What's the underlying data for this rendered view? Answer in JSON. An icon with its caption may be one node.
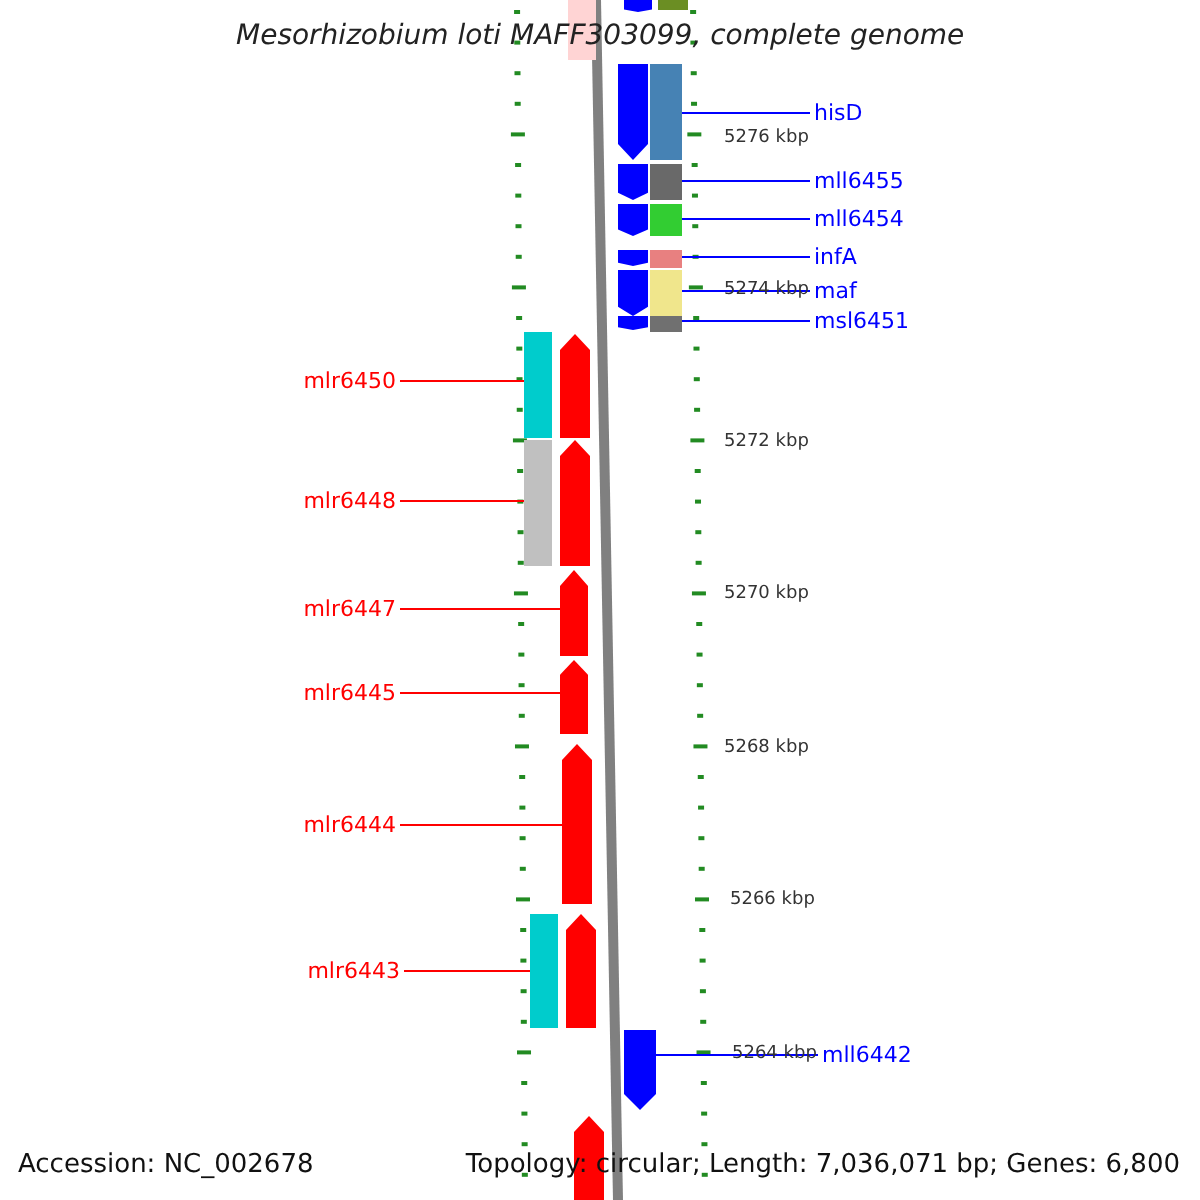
{
  "diagram": {
    "title": "Mesorhizobium loti MAFF303099, complete genome",
    "nodes": [
      {
        "text": [],
        "shape": "box"
      },
      {
        "text": [],
        "shape": "bar"
      },
      {
        "text": [],
        "shape": "box"
      },
      {
        "text": [
          "hisD"
        ]
      },
      {
        "text": [],
        "shape": "bar"
      },
      {
        "text": [],
        "shape": "box"
      },
      {
        "text": [
          "mll6455"
        ]
      },
      {
        "text": [],
        "shape": "bar"
      },
      {
        "text": [],
        "shape": "box"
      },
      {
        "text": [
          "mll6454"
        ]
      },
      {
        "text": [],
        "shape": "bar"
      },
      {
        "text": [],
        "shape": "box"
      },
      {
        "text": [
          "infA"
        ]
      },
      {
        "text": [],
        "shape": "bar"
      },
      {
        "text": [],
        "shape": "box"
      },
      {
        "text": [
          "maf"
        ]
      },
      {
        "text": [],
        "shape": "bar"
      },
      {
        "text": [],
        "shape": "box"
      },
      {
        "text": [
          "msl6451"
        ]
      },
      {
        "text": [],
        "shape": "bar"
      },
      {
        "text": [],
        "shape": "box"
      },
      {
        "text": [
          "mlr6450"
        ]
      },
      {
        "text": [],
        "shape": "box"
      },
      {
        "text": [],
        "shape": "bar"
      },
      {
        "text": [
          "mlr6448"
        ]
      },
      {
        "text": [],
        "shape": "box"
      },
      {
        "text": [],
        "shape": "bar"
      },
      {
        "text": [
          "mlr6447"
        ]
      },
      {
        "text": [],
        "shape": "bar"
      },
      {
        "text": [
          "mlr6445"
        ]
      },
      {
        "text": [],
        "shape": "bar"
      },
      {
        "text": [
          "mlr6444"
        ]
      },
      {
        "text": [],
        "shape": "bar"
      },
      {
        "text": [
          "mlr6443"
        ]
      },
      {
        "text": [],
        "shape": "box"
      },
      {
        "text": [],
        "shape": "bar"
      },
      {
        "text": [
          "mll6442"
        ]
      },
      {
        "text": [],
        "shape": "bar"
      },
      {
        "text": [],
        "shape": "bar"
      }
    ],
    "edges": [
      {
        "from": 3,
        "to": 5,
        "arrow": "none",
        "color": "#0000ff"
      },
      {
        "from": 6,
        "to": 8,
        "arrow": "none",
        "color": "#0000ff"
      },
      {
        "from": 9,
        "to": 11,
        "arrow": "none",
        "color": "#0000ff"
      },
      {
        "from": 12,
        "to": 14,
        "arrow": "none",
        "color": "#0000ff"
      },
      {
        "from": 15,
        "to": 17,
        "arrow": "none",
        "color": "#0000ff"
      },
      {
        "from": 18,
        "to": 20,
        "arrow": "none",
        "color": "#0000ff"
      },
      {
        "from": 21,
        "to": 22,
        "arrow": "none",
        "color": "#ff0000"
      },
      {
        "from": 24,
        "to": 25,
        "arrow": "none",
        "color": "#ff0000"
      },
      {
        "from": 27,
        "to": 28,
        "arrow": "none",
        "color": "#ff0000"
      },
      {
        "from": 29,
        "to": 30,
        "arrow": "none",
        "color": "#ff0000"
      },
      {
        "from": 31,
        "to": 32,
        "arrow": "none",
        "color": "#ff0000"
      },
      {
        "from": 33,
        "to": 34,
        "arrow": "none",
        "color": "#ff0000"
      },
      {
        "from": 36,
        "to": 37,
        "arrow": "none",
        "color": "#0000ff"
      }
    ],
    "labels": [
      "5276 kbp",
      "5274 kbp",
      "5272 kbp",
      "5270 kbp",
      "5268 kbp",
      "5266 kbp",
      "5264 kbp",
      "Accession: NC_002678",
      "Topology: circular; Length: 7,036,071 bp; Genes: 6,800"
    ]
  }
}
